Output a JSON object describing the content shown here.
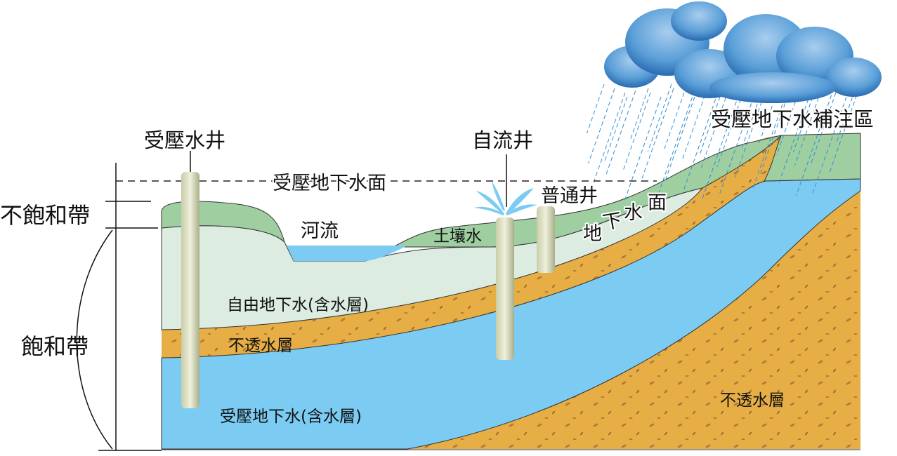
{
  "labels": {
    "confined_well": "受壓水井",
    "artesian_well": "自流井",
    "recharge_area": "受壓地下水補注區",
    "potentiometric_surface": "受壓地下水面",
    "ordinary_well": "普通井",
    "water_table_1": "地",
    "water_table_2": "下",
    "water_table_3": "水",
    "water_table_4": "面",
    "unsaturated_zone": "不飽和帶",
    "river": "河流",
    "soil_water": "土壤水",
    "saturated_zone": "飽和帶",
    "unconfined_aquifer": "自由地下水(含水層)",
    "aquitard_upper": "不透水層",
    "confined_aquifer": "受壓地下水(含水層)",
    "aquitard_lower": "不透水層"
  },
  "colors": {
    "soil": "#9fcfa0",
    "unconfined": "#dcece1",
    "aquitard": "#e6ae45",
    "confined": "#7ccbf2",
    "river": "#7ccbf2",
    "well": "#d8dcc0",
    "cloud": "#3f8fd0",
    "rain": "#2f8fd6"
  }
}
